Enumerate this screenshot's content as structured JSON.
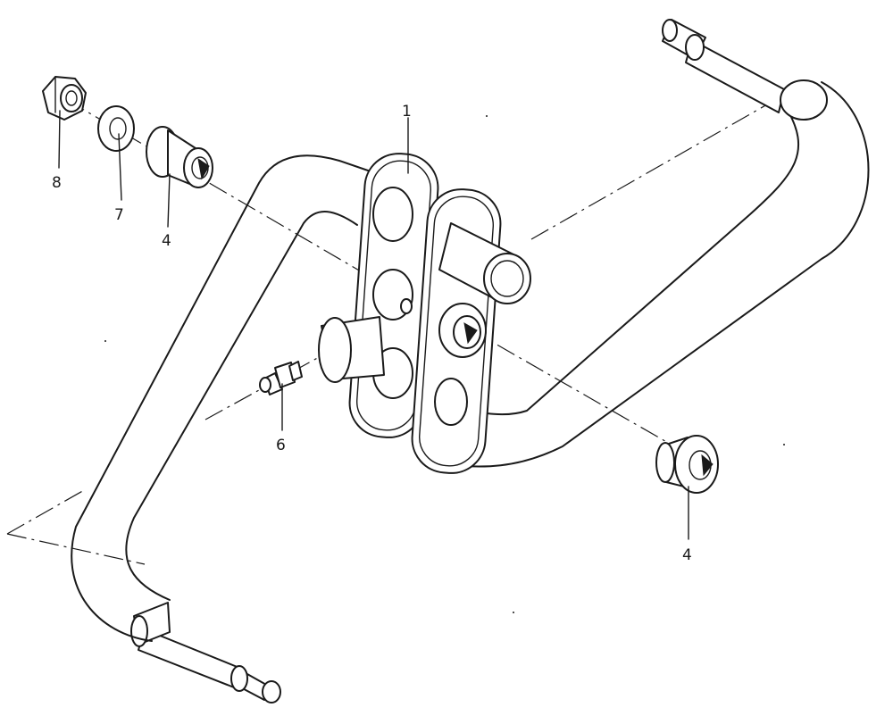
{
  "callouts": {
    "c1": "1",
    "c4a": "4",
    "c4b": "4",
    "c6": "6",
    "c7": "7",
    "c8": "8"
  }
}
